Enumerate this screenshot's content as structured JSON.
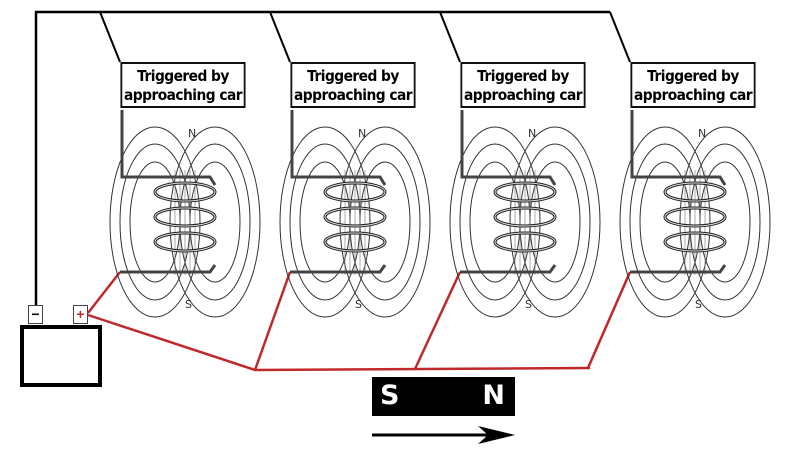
{
  "units": [
    {
      "label": [
        "Triggered by",
        "approaching car"
      ],
      "north": "N",
      "south": "S"
    },
    {
      "label": [
        "Triggered by",
        "approaching car"
      ],
      "north": "N",
      "south": "S"
    },
    {
      "label": [
        "Triggered by",
        "approaching car"
      ],
      "north": "N",
      "south": "S"
    },
    {
      "label": [
        "Triggered by",
        "approaching car"
      ],
      "north": "N",
      "south": "S"
    }
  ],
  "battery": {
    "negative": "−",
    "positive": "+"
  },
  "magnet": {
    "left_pole": "S",
    "right_pole": "N",
    "direction": "right"
  },
  "colors": {
    "positive_wire": "#c0282c",
    "negative_wire": "#000000"
  }
}
